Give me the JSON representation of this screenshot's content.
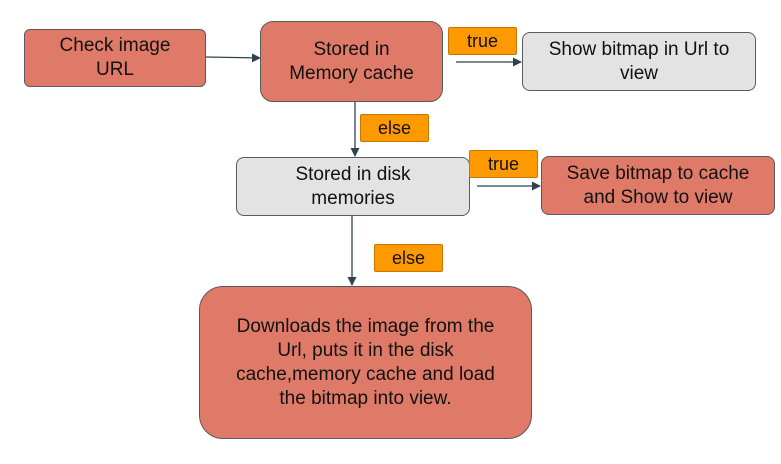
{
  "nodes": {
    "check_url": "Check image\nURL",
    "memory_cache": "Stored in\nMemory cache",
    "show_bitmap": "Show bitmap in Url to\nview",
    "disk_memories": "Stored in disk\nmemories",
    "save_bitmap": "Save bitmap to cache\nand Show to view",
    "download": "Downloads the image from the\nUrl, puts it in the disk\ncache,memory cache and load\nthe bitmap into view."
  },
  "labels": {
    "true_1": "true",
    "else_1": "else",
    "true_2": "true",
    "else_2": "else"
  },
  "colors": {
    "node_salmon": "#e07a68",
    "node_gray": "#e3e3e3",
    "label_orange": "#ff9900",
    "arrow": "#2f4250"
  }
}
